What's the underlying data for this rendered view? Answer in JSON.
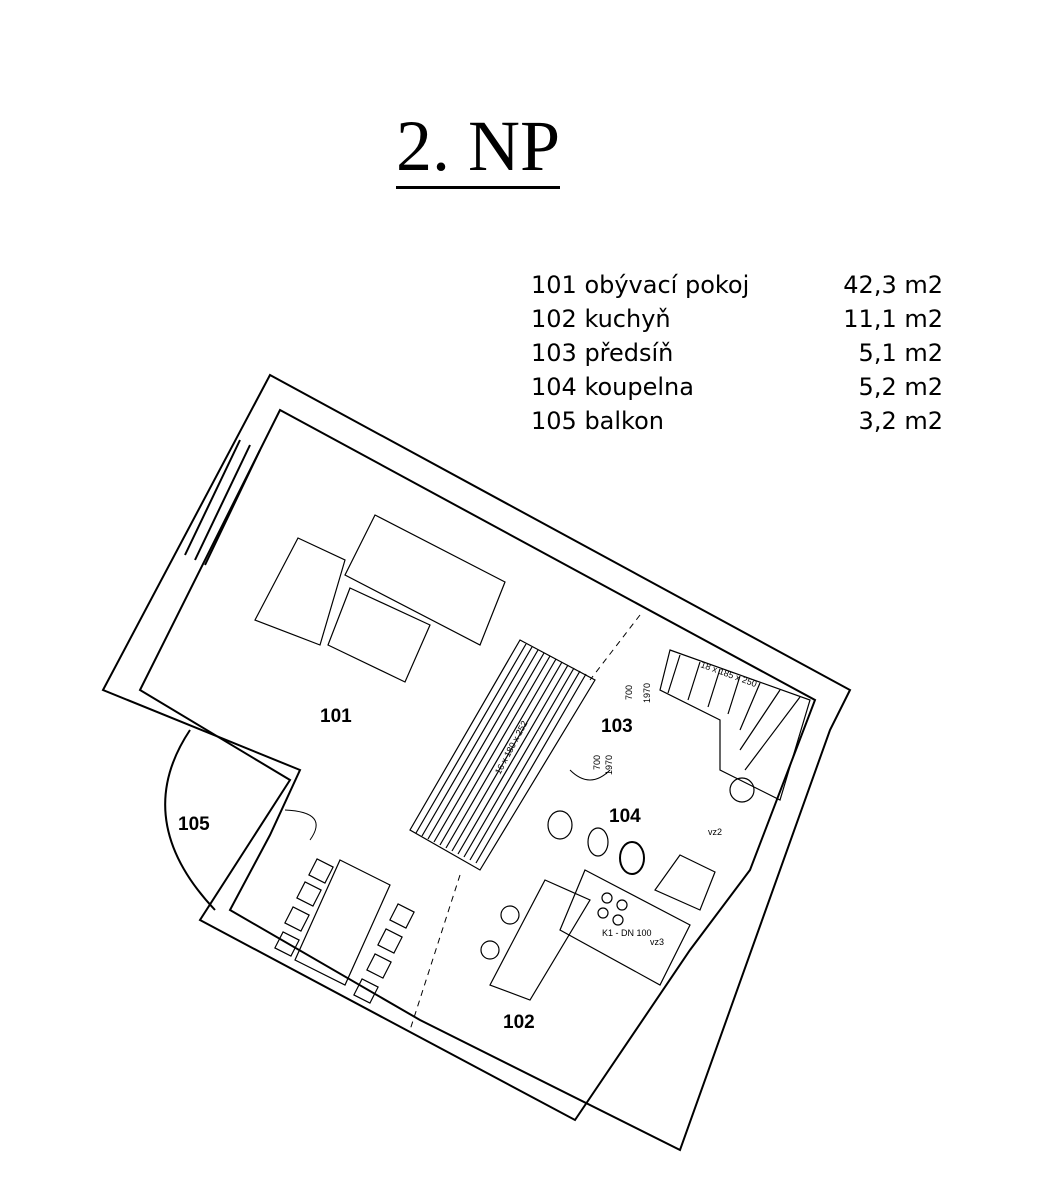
{
  "title": "2. NP",
  "legend": [
    {
      "label": "101 obývací pokoj",
      "area": "42,3 m2"
    },
    {
      "label": "102 kuchyň",
      "area": "11,1 m2"
    },
    {
      "label": "103 předsíň",
      "area": "5,1 m2"
    },
    {
      "label": "104 koupelna",
      "area": "5,2 m2"
    },
    {
      "label": "105 balkon",
      "area": "3,2 m2"
    }
  ],
  "plan": {
    "rooms": {
      "r101": "101",
      "r102": "102",
      "r103": "103",
      "r104": "104",
      "r105": "105"
    },
    "stairs_main": "16 x 180 x 252",
    "stairs_upper": "18 x 185 x 250",
    "door_1": "700",
    "door_1b": "1970",
    "door_2": "700",
    "door_2b": "1970",
    "vz2": "vz2",
    "vz3": "vz3",
    "kt_dn": "K1 - DN 100"
  }
}
